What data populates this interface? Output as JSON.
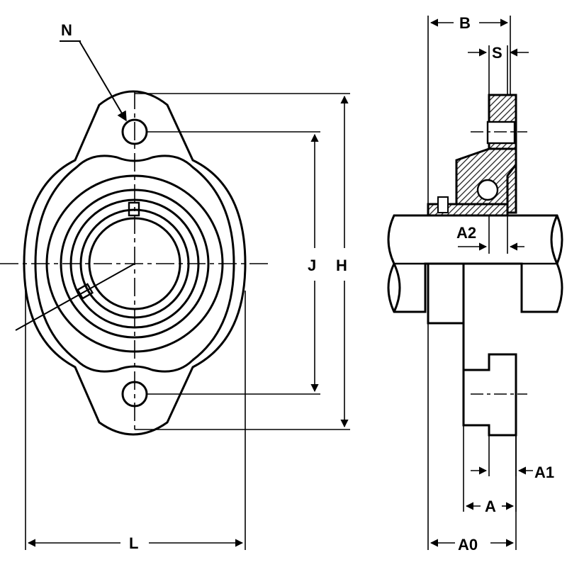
{
  "labels": {
    "N": "N",
    "L": "L",
    "J": "J",
    "H": "H",
    "B": "B",
    "S": "S",
    "A2": "A2",
    "A1": "A1",
    "A": "A",
    "A0": "A0"
  },
  "colors": {
    "line": "#000000",
    "background": "#ffffff",
    "hatch": "#333333"
  }
}
